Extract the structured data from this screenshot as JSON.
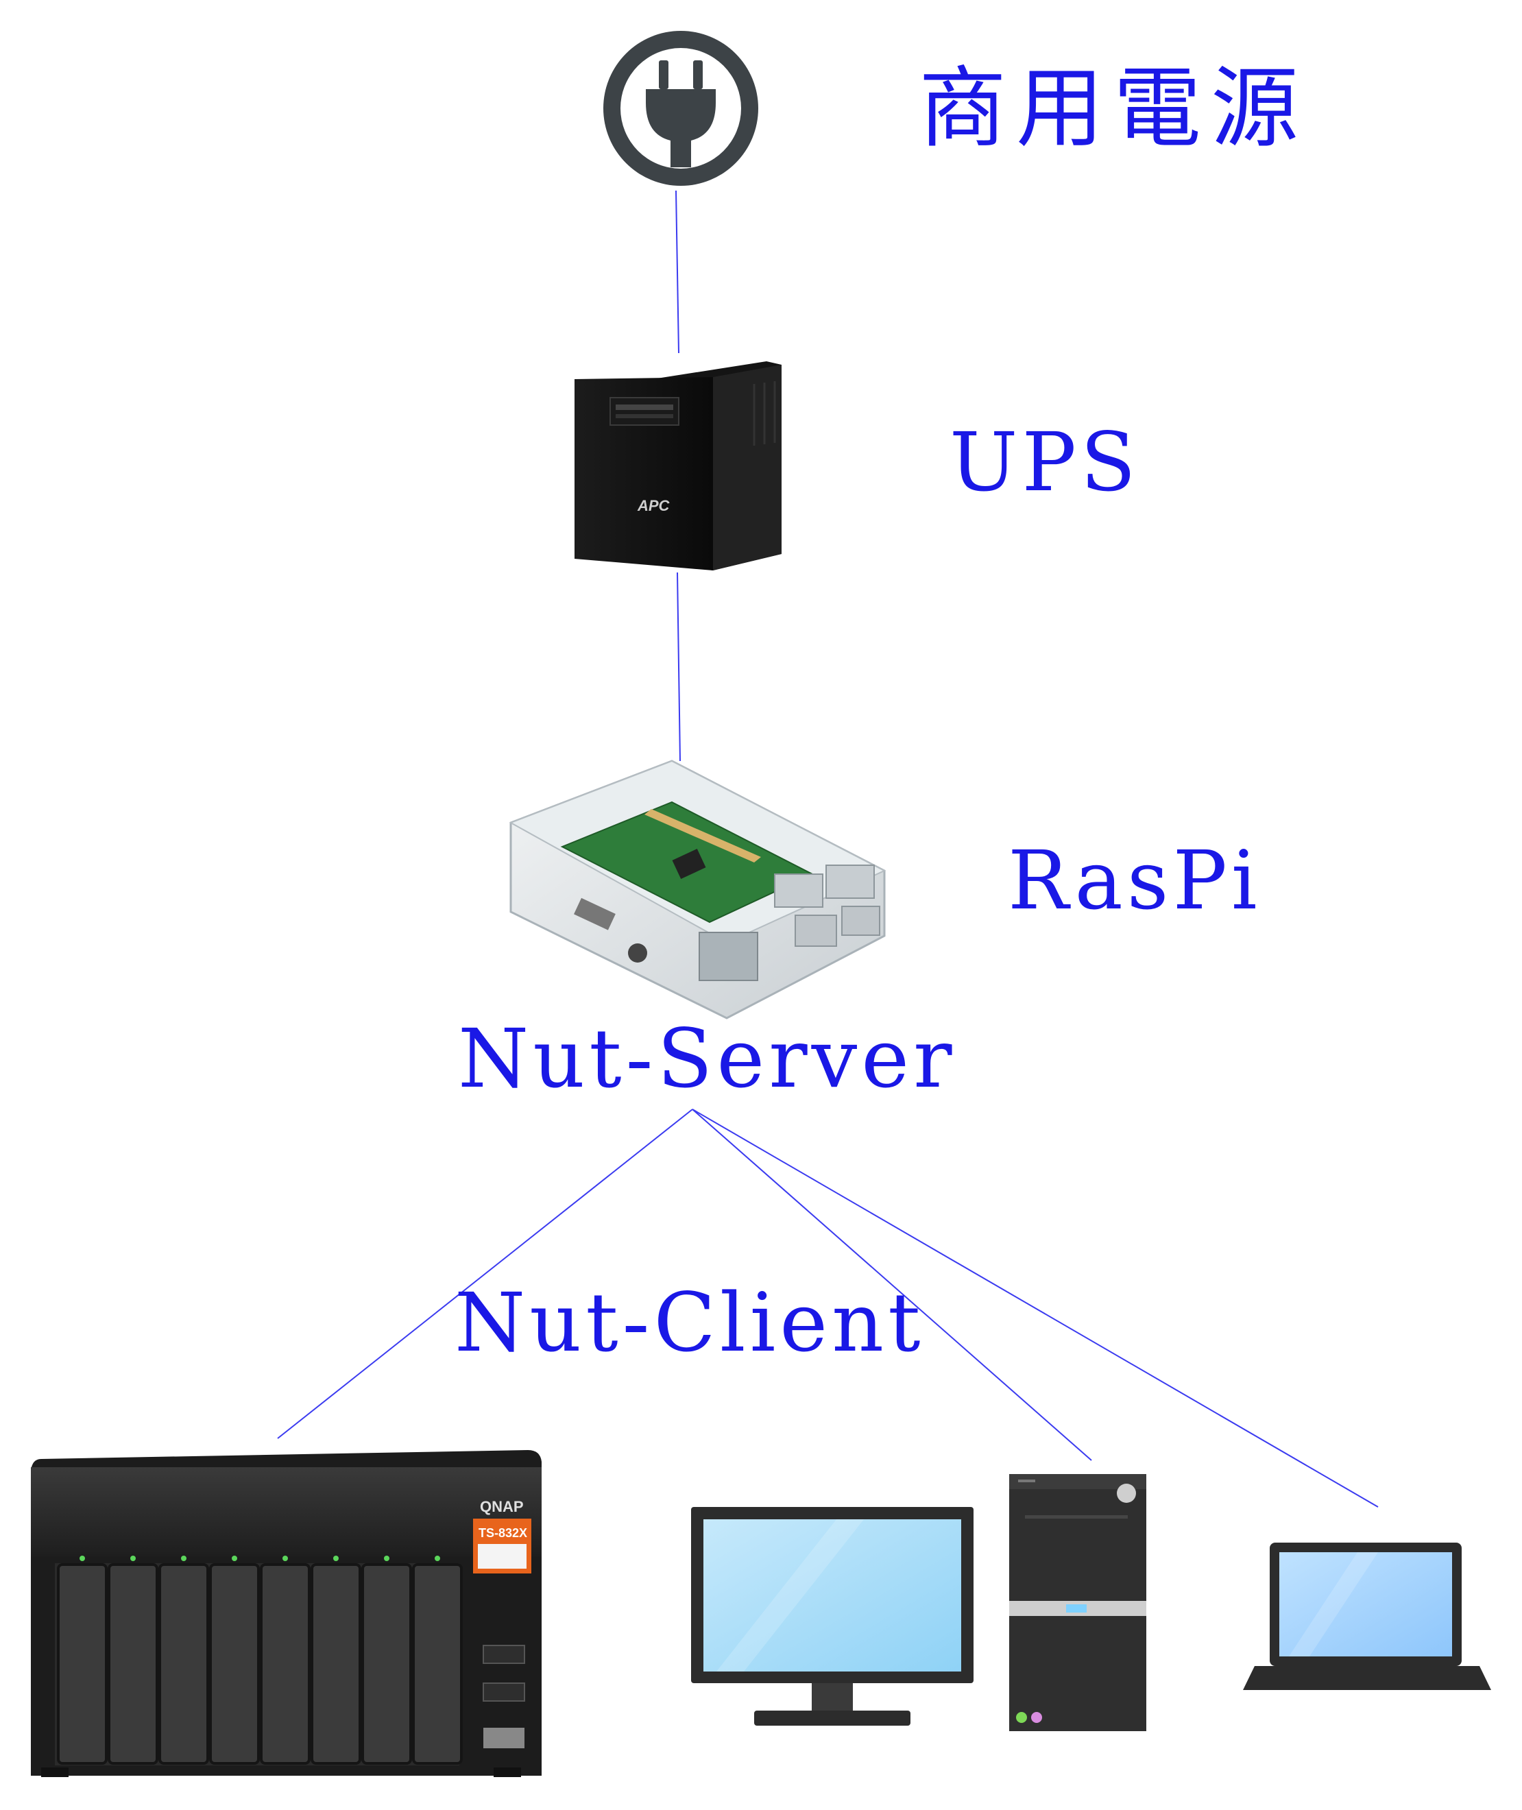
{
  "diagram": {
    "nodes": {
      "power_source": {
        "label": "商用電源",
        "icon": "power-plug-icon"
      },
      "ups": {
        "label": "UPS",
        "icon": "ups-device-icon",
        "brand_text": "APC"
      },
      "raspi": {
        "label": "RasPi",
        "icon": "raspberry-pi-case-icon"
      },
      "nut_server": {
        "label": "Nut-Server"
      },
      "nut_client": {
        "label": "Nut-Client"
      },
      "nas": {
        "icon": "nas-device-icon",
        "brand_text": "QNAP",
        "model_text": "TS-832X"
      },
      "desktop_pc": {
        "icon": "desktop-computer-icon"
      },
      "laptop": {
        "icon": "laptop-icon"
      }
    },
    "edges": [
      {
        "from": "power_source",
        "to": "ups"
      },
      {
        "from": "ups",
        "to": "raspi"
      },
      {
        "from": "nut_server",
        "to": "nas"
      },
      {
        "from": "nut_server",
        "to": "desktop_pc"
      },
      {
        "from": "nut_server",
        "to": "laptop"
      }
    ],
    "colors": {
      "label": "#1a18e6",
      "edge": "#3b3bf0",
      "plug_icon": "#3d4347"
    }
  }
}
